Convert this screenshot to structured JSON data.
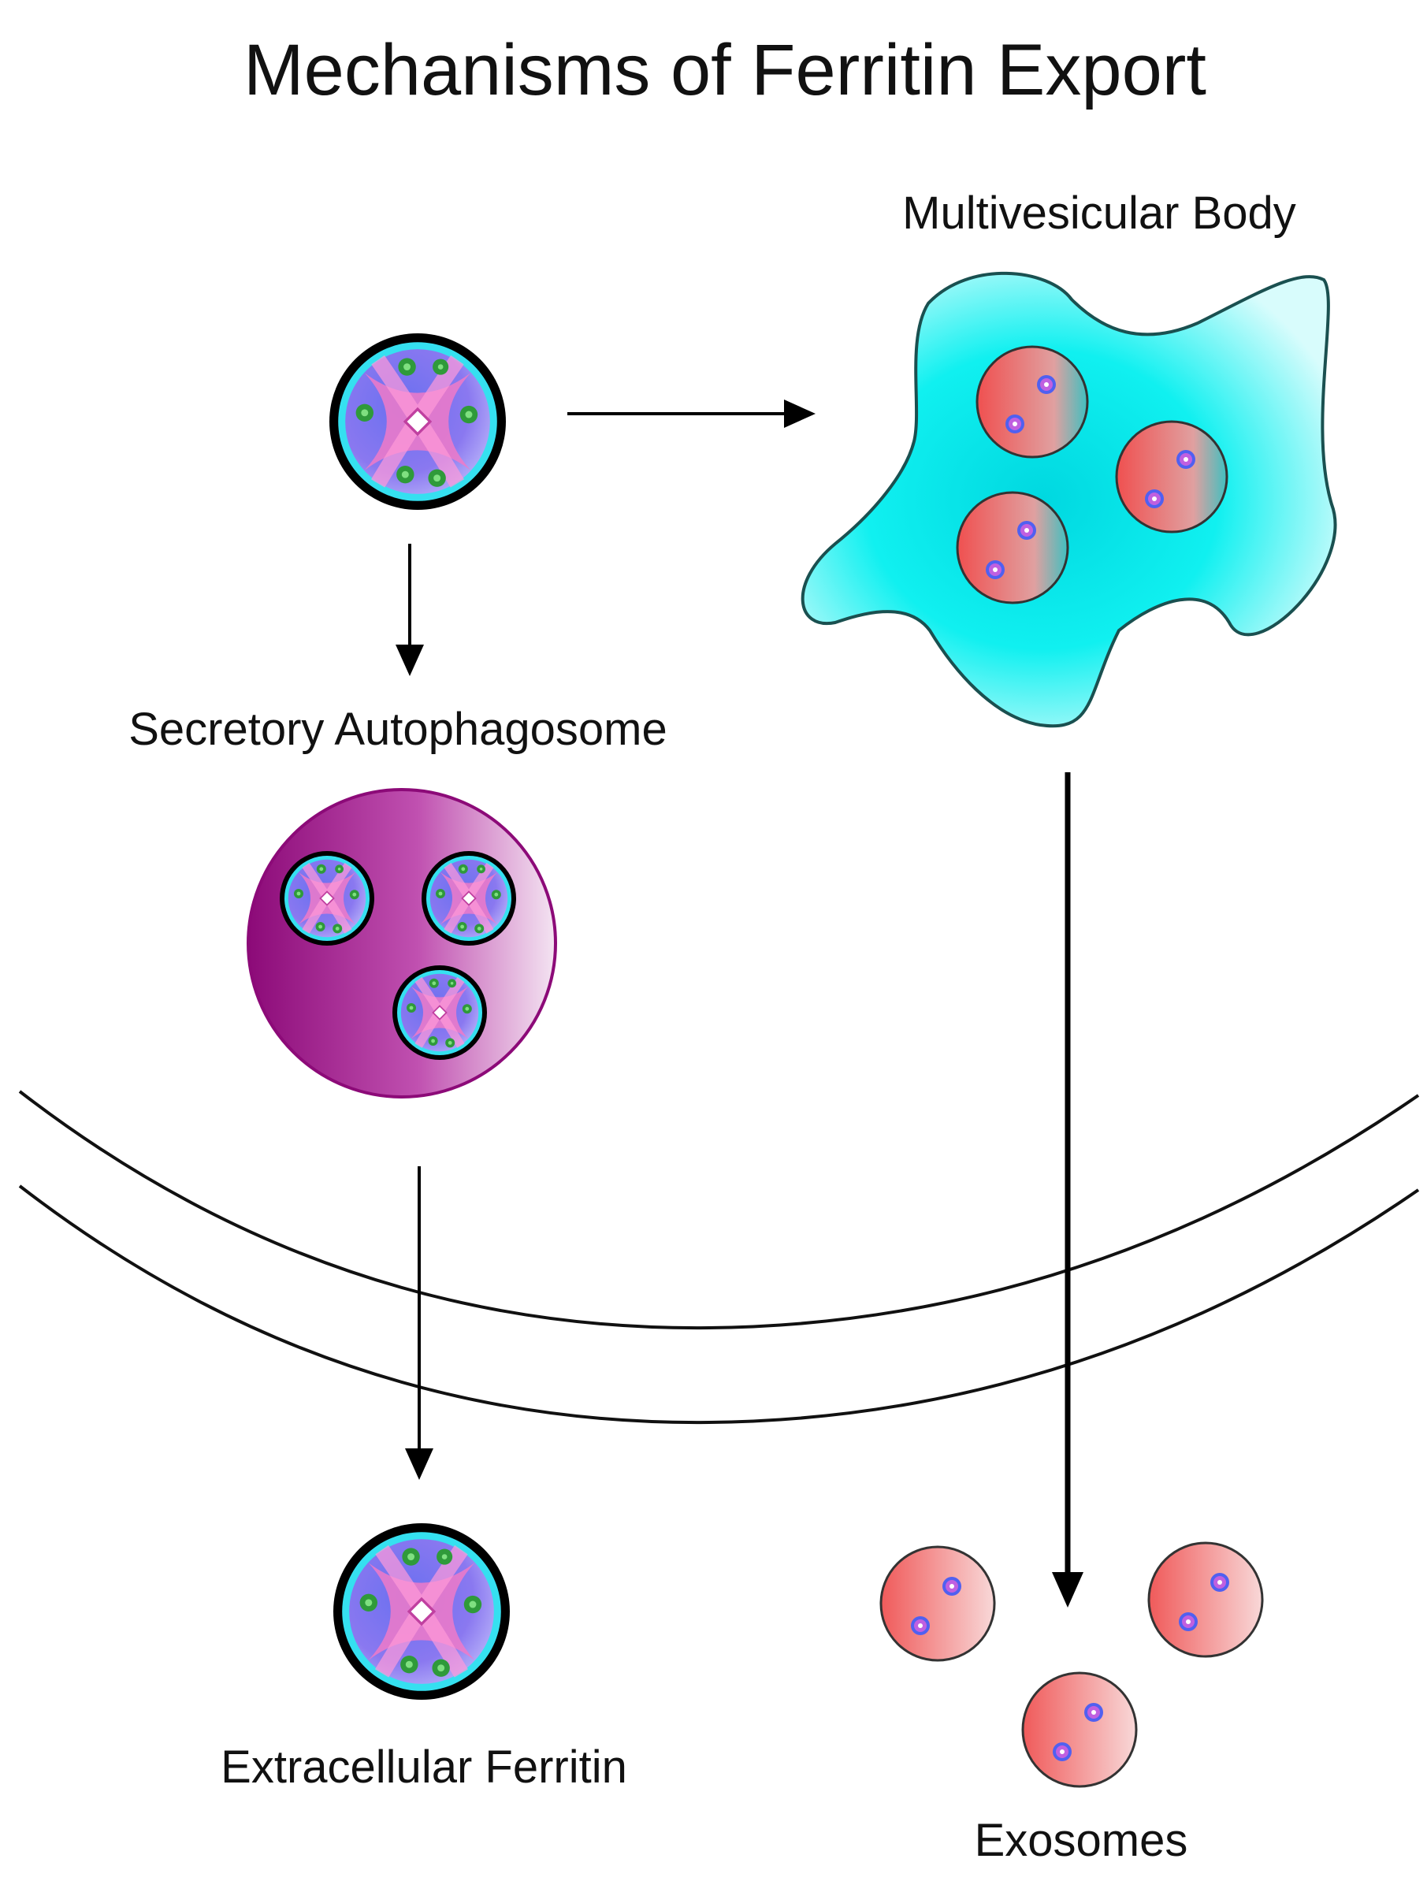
{
  "title": "Mechanisms of Ferritin Export",
  "labels": {
    "multivesicular_body": "Multivesicular Body",
    "secretory_autophagosome": "Secretory Autophagosome",
    "extracellular_ferritin": "Extracellular Ferritin",
    "exosomes": "Exosomes"
  },
  "colors": {
    "ferritin_core": "#7a6cf0",
    "ferritin_ring": "#35e0f0",
    "ferritin_cross": "#f07ac8",
    "ferritin_dots": "#2f9a3a",
    "autophagosome": "#9a0e84",
    "mvb": "#00e8f0",
    "exosome": "#f07070"
  }
}
